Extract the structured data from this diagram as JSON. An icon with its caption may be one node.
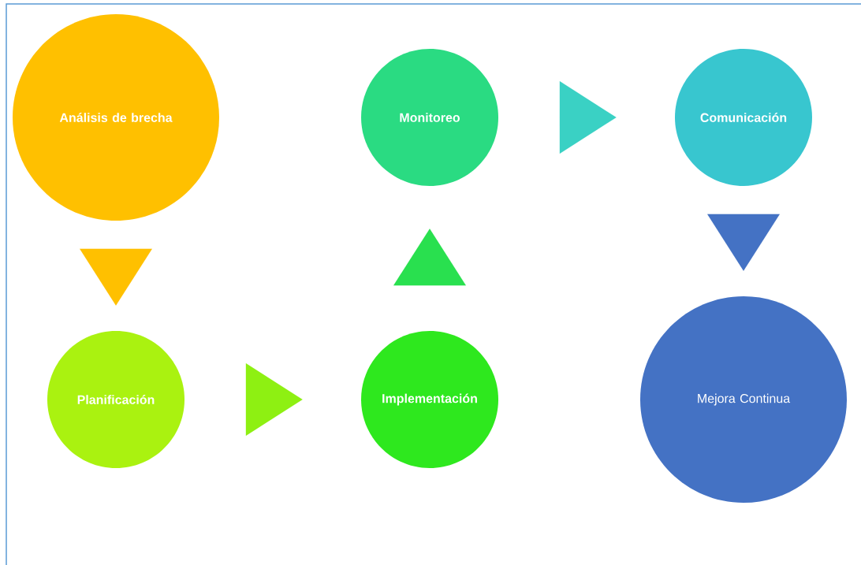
{
  "diagram": {
    "nodes": [
      {
        "text": [
          "Análisis de brecha"
        ]
      },
      {
        "text": [
          "Planificación"
        ]
      },
      {
        "text": [
          "Implementación"
        ]
      },
      {
        "text": [
          "Monitoreo"
        ]
      },
      {
        "text": [
          "Comunicación"
        ]
      },
      {
        "text": [
          "Mejora Continua"
        ]
      }
    ],
    "edges": [
      {
        "from": 0,
        "to": 1,
        "arrow": "to",
        "color": "#ffc000"
      },
      {
        "from": 1,
        "to": 2,
        "arrow": "to",
        "color": "#8ef012"
      },
      {
        "from": 2,
        "to": 3,
        "arrow": "to",
        "color": "#29e04f"
      },
      {
        "from": 3,
        "to": 4,
        "arrow": "to",
        "color": "#3ad1c4"
      },
      {
        "from": 4,
        "to": 5,
        "arrow": "to",
        "color": "#4472c4"
      }
    ]
  }
}
